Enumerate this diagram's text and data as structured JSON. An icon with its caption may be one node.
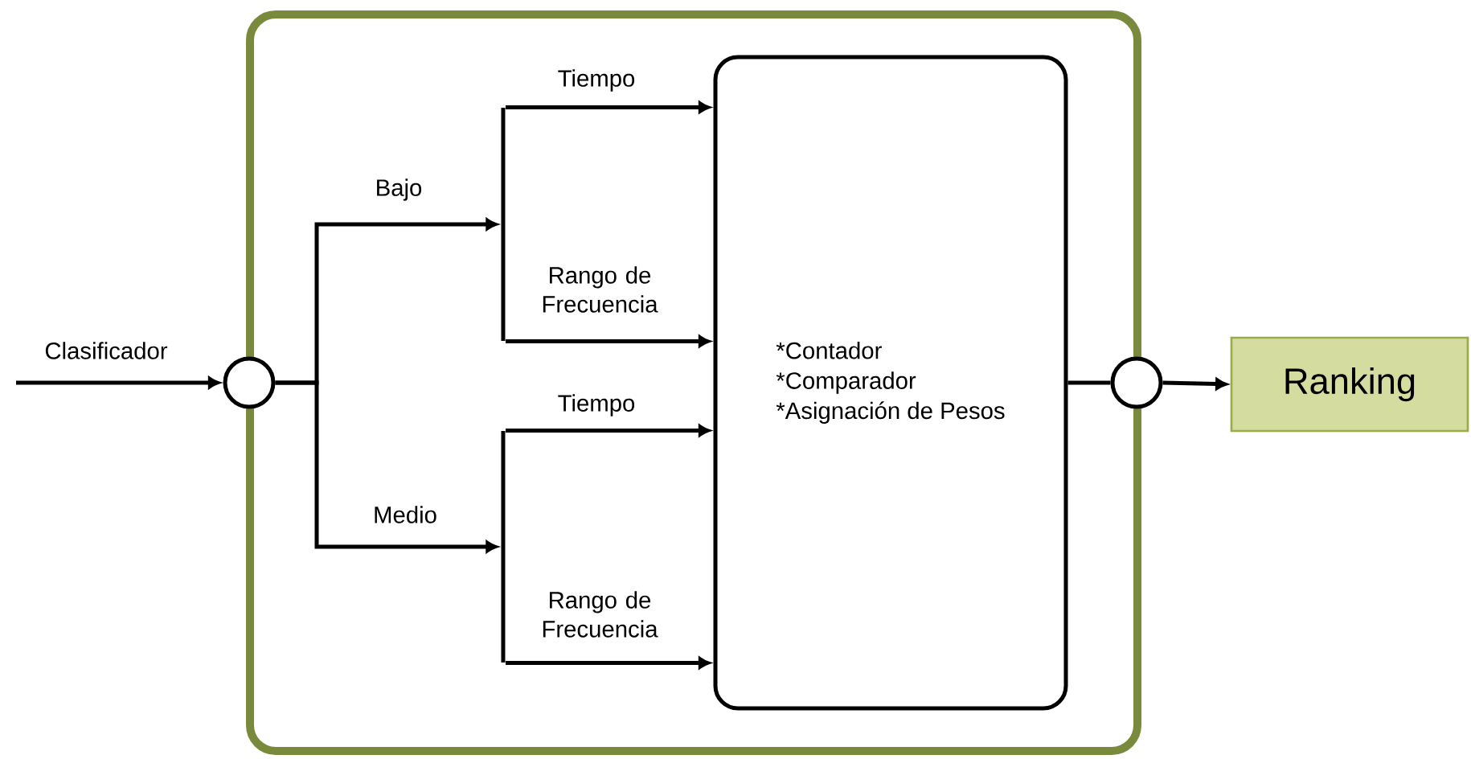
{
  "diagram": {
    "nodes": [
      {
        "text": [],
        "shape": "box"
      },
      {
        "text": [],
        "shape": "circle"
      },
      {
        "text": [
          "*Contador",
          "*Comparador",
          "*Asignación de Pesos"
        ],
        "in": 0
      },
      {
        "text": [],
        "shape": "circle"
      },
      {
        "text": [
          "Ranking"
        ]
      },
      {
        "text": [],
        "shape": "bar",
        "in": 0
      },
      {
        "text": [],
        "shape": "bar",
        "in": 0
      }
    ],
    "edges": [
      {
        "from": null,
        "to": 1,
        "arrow": "to",
        "label": "Clasificador"
      },
      {
        "from": 1,
        "to": 5,
        "arrow": "to",
        "label": "Bajo"
      },
      {
        "from": 1,
        "to": 6,
        "arrow": "to",
        "label": "Medio"
      },
      {
        "from": 5,
        "to": 2,
        "arrow": "to",
        "label": "Tiempo"
      },
      {
        "from": 5,
        "to": 2,
        "arrow": "to",
        "label": "Rango de Frecuencia"
      },
      {
        "from": 6,
        "to": 2,
        "arrow": "to",
        "label": "Tiempo"
      },
      {
        "from": 6,
        "to": 2,
        "arrow": "to",
        "label": "Rango de Frecuencia"
      },
      {
        "from": 2,
        "to": 3,
        "arrow": "none"
      },
      {
        "from": 3,
        "to": 4,
        "arrow": "to"
      }
    ]
  }
}
